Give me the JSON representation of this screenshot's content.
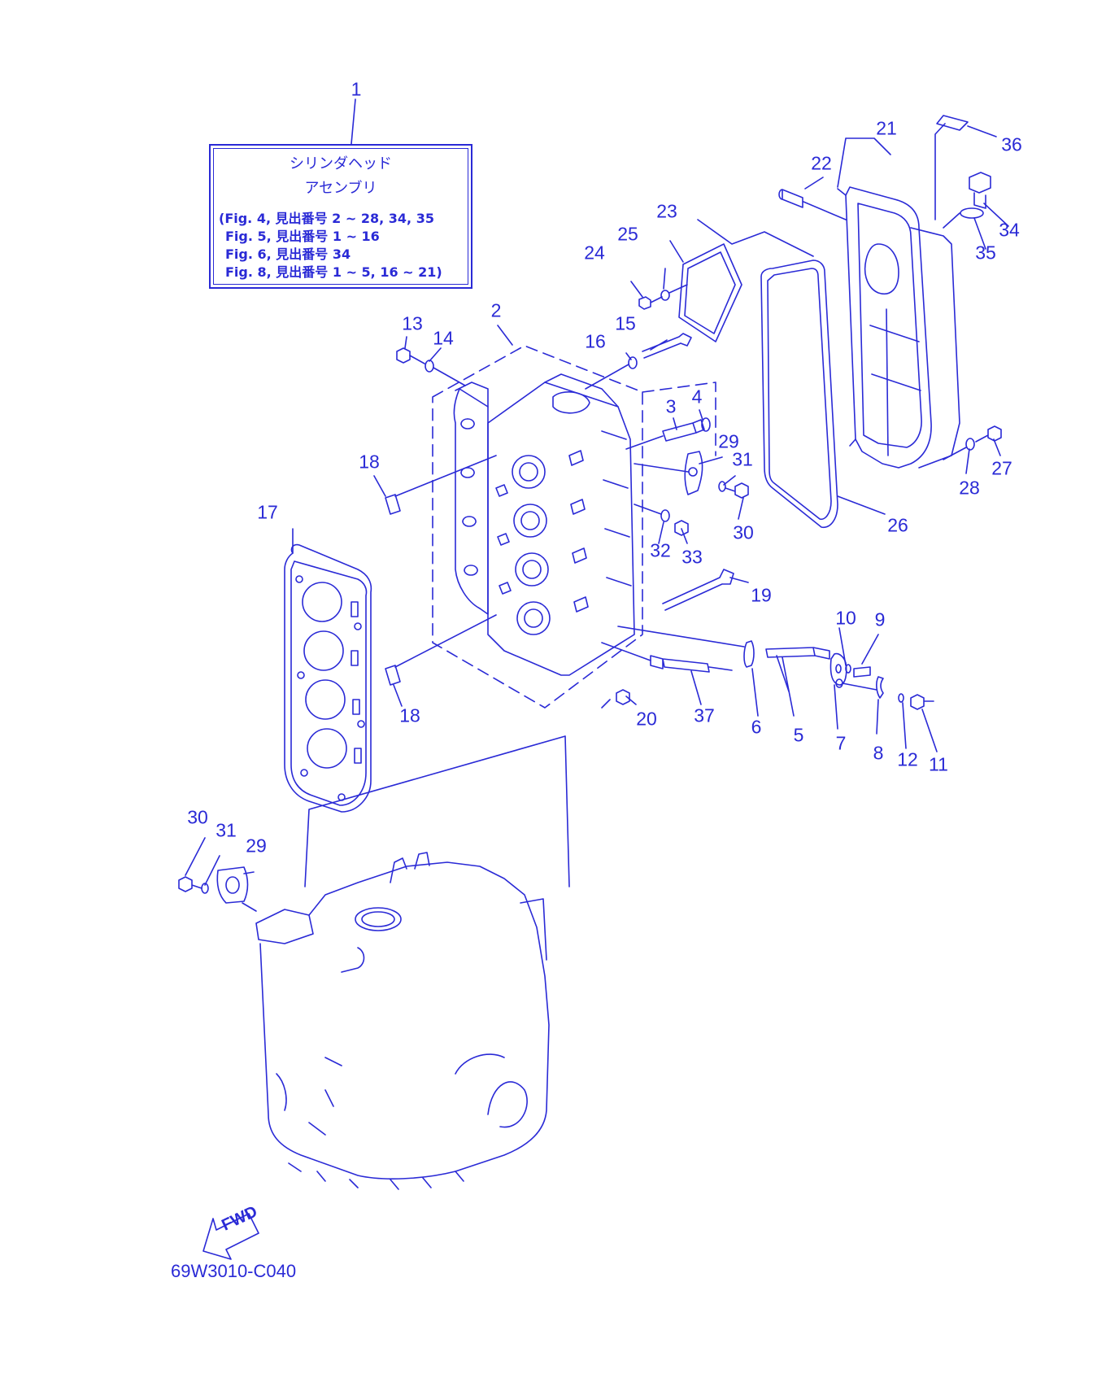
{
  "assembly_box": {
    "title_line1": "シリンダヘッド",
    "title_line2": "アセンブリ",
    "refs": [
      "(Fig. 4, 見出番号 2 ~ 28, 34, 35",
      "Fig. 5, 見出番号 1 ~ 16",
      "Fig. 6, 見出番号 34",
      "Fig. 8, 見出番号 1 ~ 5, 16 ~ 21)"
    ]
  },
  "callouts": {
    "c1": "1",
    "c2": "2",
    "c3": "3",
    "c4": "4",
    "c5": "5",
    "c6": "6",
    "c7": "7",
    "c8": "8",
    "c9": "9",
    "c10": "10",
    "c11": "11",
    "c12": "12",
    "c13": "13",
    "c14": "14",
    "c15": "15",
    "c16": "16",
    "c17": "17",
    "c18a": "18",
    "c18b": "18",
    "c19": "19",
    "c20": "20",
    "c21": "21",
    "c22": "22",
    "c23": "23",
    "c24": "24",
    "c25": "25",
    "c26": "26",
    "c27": "27",
    "c28": "28",
    "c29a": "29",
    "c29b": "29",
    "c30a": "30",
    "c30b": "30",
    "c31a": "31",
    "c31b": "31",
    "c32": "32",
    "c33": "33",
    "c34": "34",
    "c35": "35",
    "c36": "36",
    "c37": "37"
  },
  "fwd_label": "FWD",
  "drawing_code": "69W3010-C040",
  "colors": {
    "ink": "#2a2ad6",
    "background": "#ffffff"
  }
}
